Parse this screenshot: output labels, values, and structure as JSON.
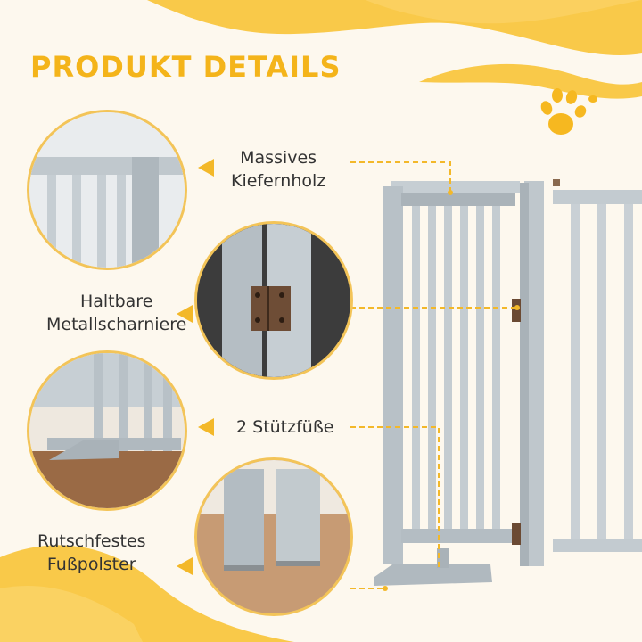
{
  "title": "PRODUKT DETAILS",
  "features": [
    {
      "line1": "Massives",
      "line2": "Kiefernholz"
    },
    {
      "line1": "Haltbare",
      "line2": "Metallscharniere"
    },
    {
      "line1": "2 Stützfüße",
      "line2": ""
    },
    {
      "line1": "Rutschfestes",
      "line2": "Fußpolster"
    }
  ],
  "icons": [
    "paw-icon",
    "arrow-left-icon"
  ],
  "colors": {
    "accent": "#f4b41a",
    "background": "#fdf8ee",
    "fence": "#b9c2c8",
    "ring": "#f3c458"
  }
}
